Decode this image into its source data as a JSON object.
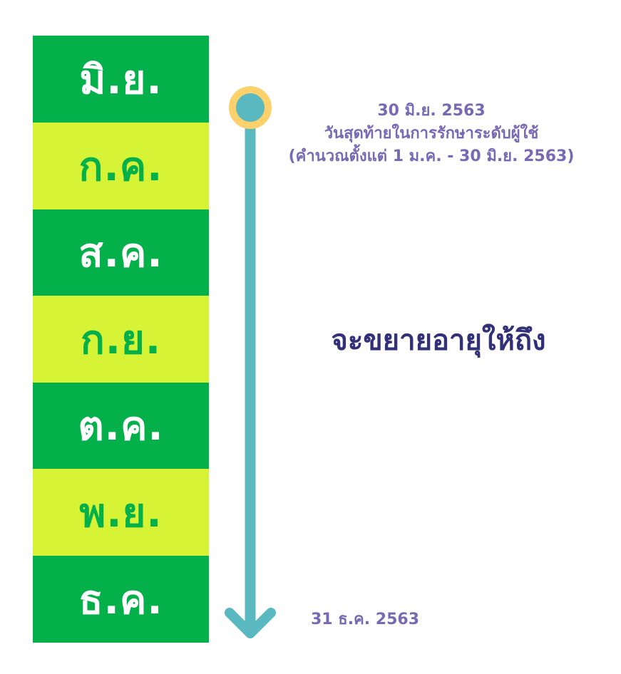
{
  "months": [
    {
      "label": "มิ.ย.",
      "tone": "dark"
    },
    {
      "label": "ก.ค.",
      "tone": "light"
    },
    {
      "label": "ส.ค.",
      "tone": "dark"
    },
    {
      "label": "ก.ย.",
      "tone": "light"
    },
    {
      "label": "ต.ค.",
      "tone": "dark"
    },
    {
      "label": "พ.ย.",
      "tone": "light"
    },
    {
      "label": "ธ.ค.",
      "tone": "dark"
    }
  ],
  "start": {
    "date": "30 มิ.ย. 2563",
    "description": "วันสุดท้ายในการรักษาระดับผู้ใช้",
    "period_note": "(คำนวณตั้งแต่ 1 ม.ค. - 30 มิ.ย. 2563)"
  },
  "main_text": "จะขยายอายุให้ถึง",
  "end": {
    "date": "31 ธ.ค. 2563"
  },
  "colors": {
    "dark_green": "#03b04a",
    "lime": "#d6f336",
    "timeline_teal": "#5ab8c0",
    "marker_ring": "#fcd06a",
    "label_purple": "#7769b4",
    "main_text_navy": "#33307a"
  }
}
